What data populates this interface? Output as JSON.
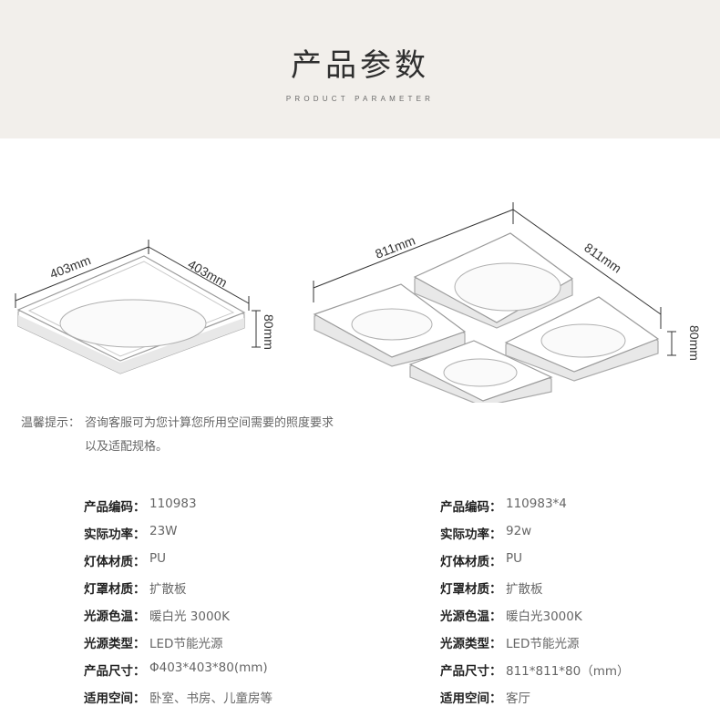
{
  "header": {
    "title": "产品参数",
    "subtitle": "PRODUCT PARAMETER"
  },
  "diagram": {
    "small": {
      "width_label": "403mm",
      "depth_label": "403mm",
      "height_label": "80mm"
    },
    "large": {
      "width_label": "811mm",
      "depth_label": "811mm",
      "height_label": "80mm"
    }
  },
  "tip": {
    "label": "温馨提示：",
    "text": "咨询客服可为您计算您所用空间需要的照度要求以及适配规格。"
  },
  "specs_left": [
    {
      "key": "产品编码：",
      "value": "110983"
    },
    {
      "key": "实际功率：",
      "value": "23W"
    },
    {
      "key": "灯体材质：",
      "value": "PU"
    },
    {
      "key": "灯罩材质：",
      "value": "扩散板"
    },
    {
      "key": "光源色温：",
      "value": "暖白光 3000K"
    },
    {
      "key": "光源类型：",
      "value": "LED节能光源"
    },
    {
      "key": "产品尺寸：",
      "value": "Φ403*403*80(mm)"
    },
    {
      "key": "适用空间：",
      "value": "卧室、书房、儿童房等"
    }
  ],
  "specs_right": [
    {
      "key": "产品编码：",
      "value": "110983*4"
    },
    {
      "key": "实际功率：",
      "value": "92w"
    },
    {
      "key": "灯体材质：",
      "value": "PU"
    },
    {
      "key": "灯罩材质：",
      "value": "扩散板"
    },
    {
      "key": "光源色温：",
      "value": "暖白光3000K"
    },
    {
      "key": "光源类型：",
      "value": "LED节能光源"
    },
    {
      "key": "产品尺寸：",
      "value": "811*811*80（mm）"
    },
    {
      "key": "适用空间：",
      "value": "客厅"
    }
  ]
}
